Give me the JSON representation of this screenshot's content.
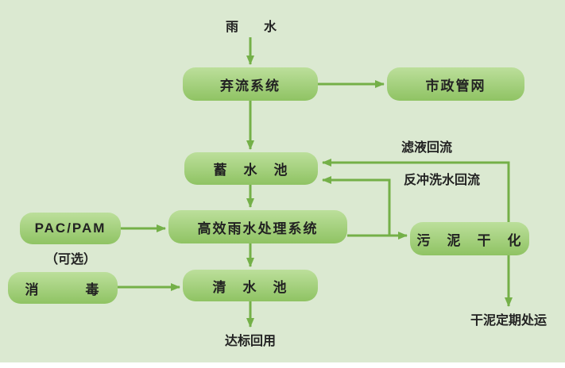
{
  "colors": {
    "background": "#dbe9d1",
    "arrow": "#74b048",
    "box_top": "#bcdf9b",
    "box_bottom": "#8fc363",
    "text": "#222222"
  },
  "nodes": {
    "rain": {
      "label": "雨　　水"
    },
    "diversion": {
      "label": "弃流系统"
    },
    "municipal": {
      "label": "市政管网"
    },
    "storage": {
      "label": "蓄　水　池"
    },
    "filtrate_return": {
      "label": "滤液回流"
    },
    "backwash_return": {
      "label": "反冲洗水回流"
    },
    "treatment": {
      "label": "高效雨水处理系统"
    },
    "pac_pam": {
      "label": "PAC/PAM"
    },
    "optional": {
      "label": "（可选）"
    },
    "disinfection": {
      "label": "消　　　毒"
    },
    "clear_pool": {
      "label": "清　水　池"
    },
    "sludge_drying": {
      "label": "污　泥　干　化"
    },
    "reuse": {
      "label": "达标回用"
    },
    "dry_sludge": {
      "label": "干泥定期处运"
    }
  }
}
